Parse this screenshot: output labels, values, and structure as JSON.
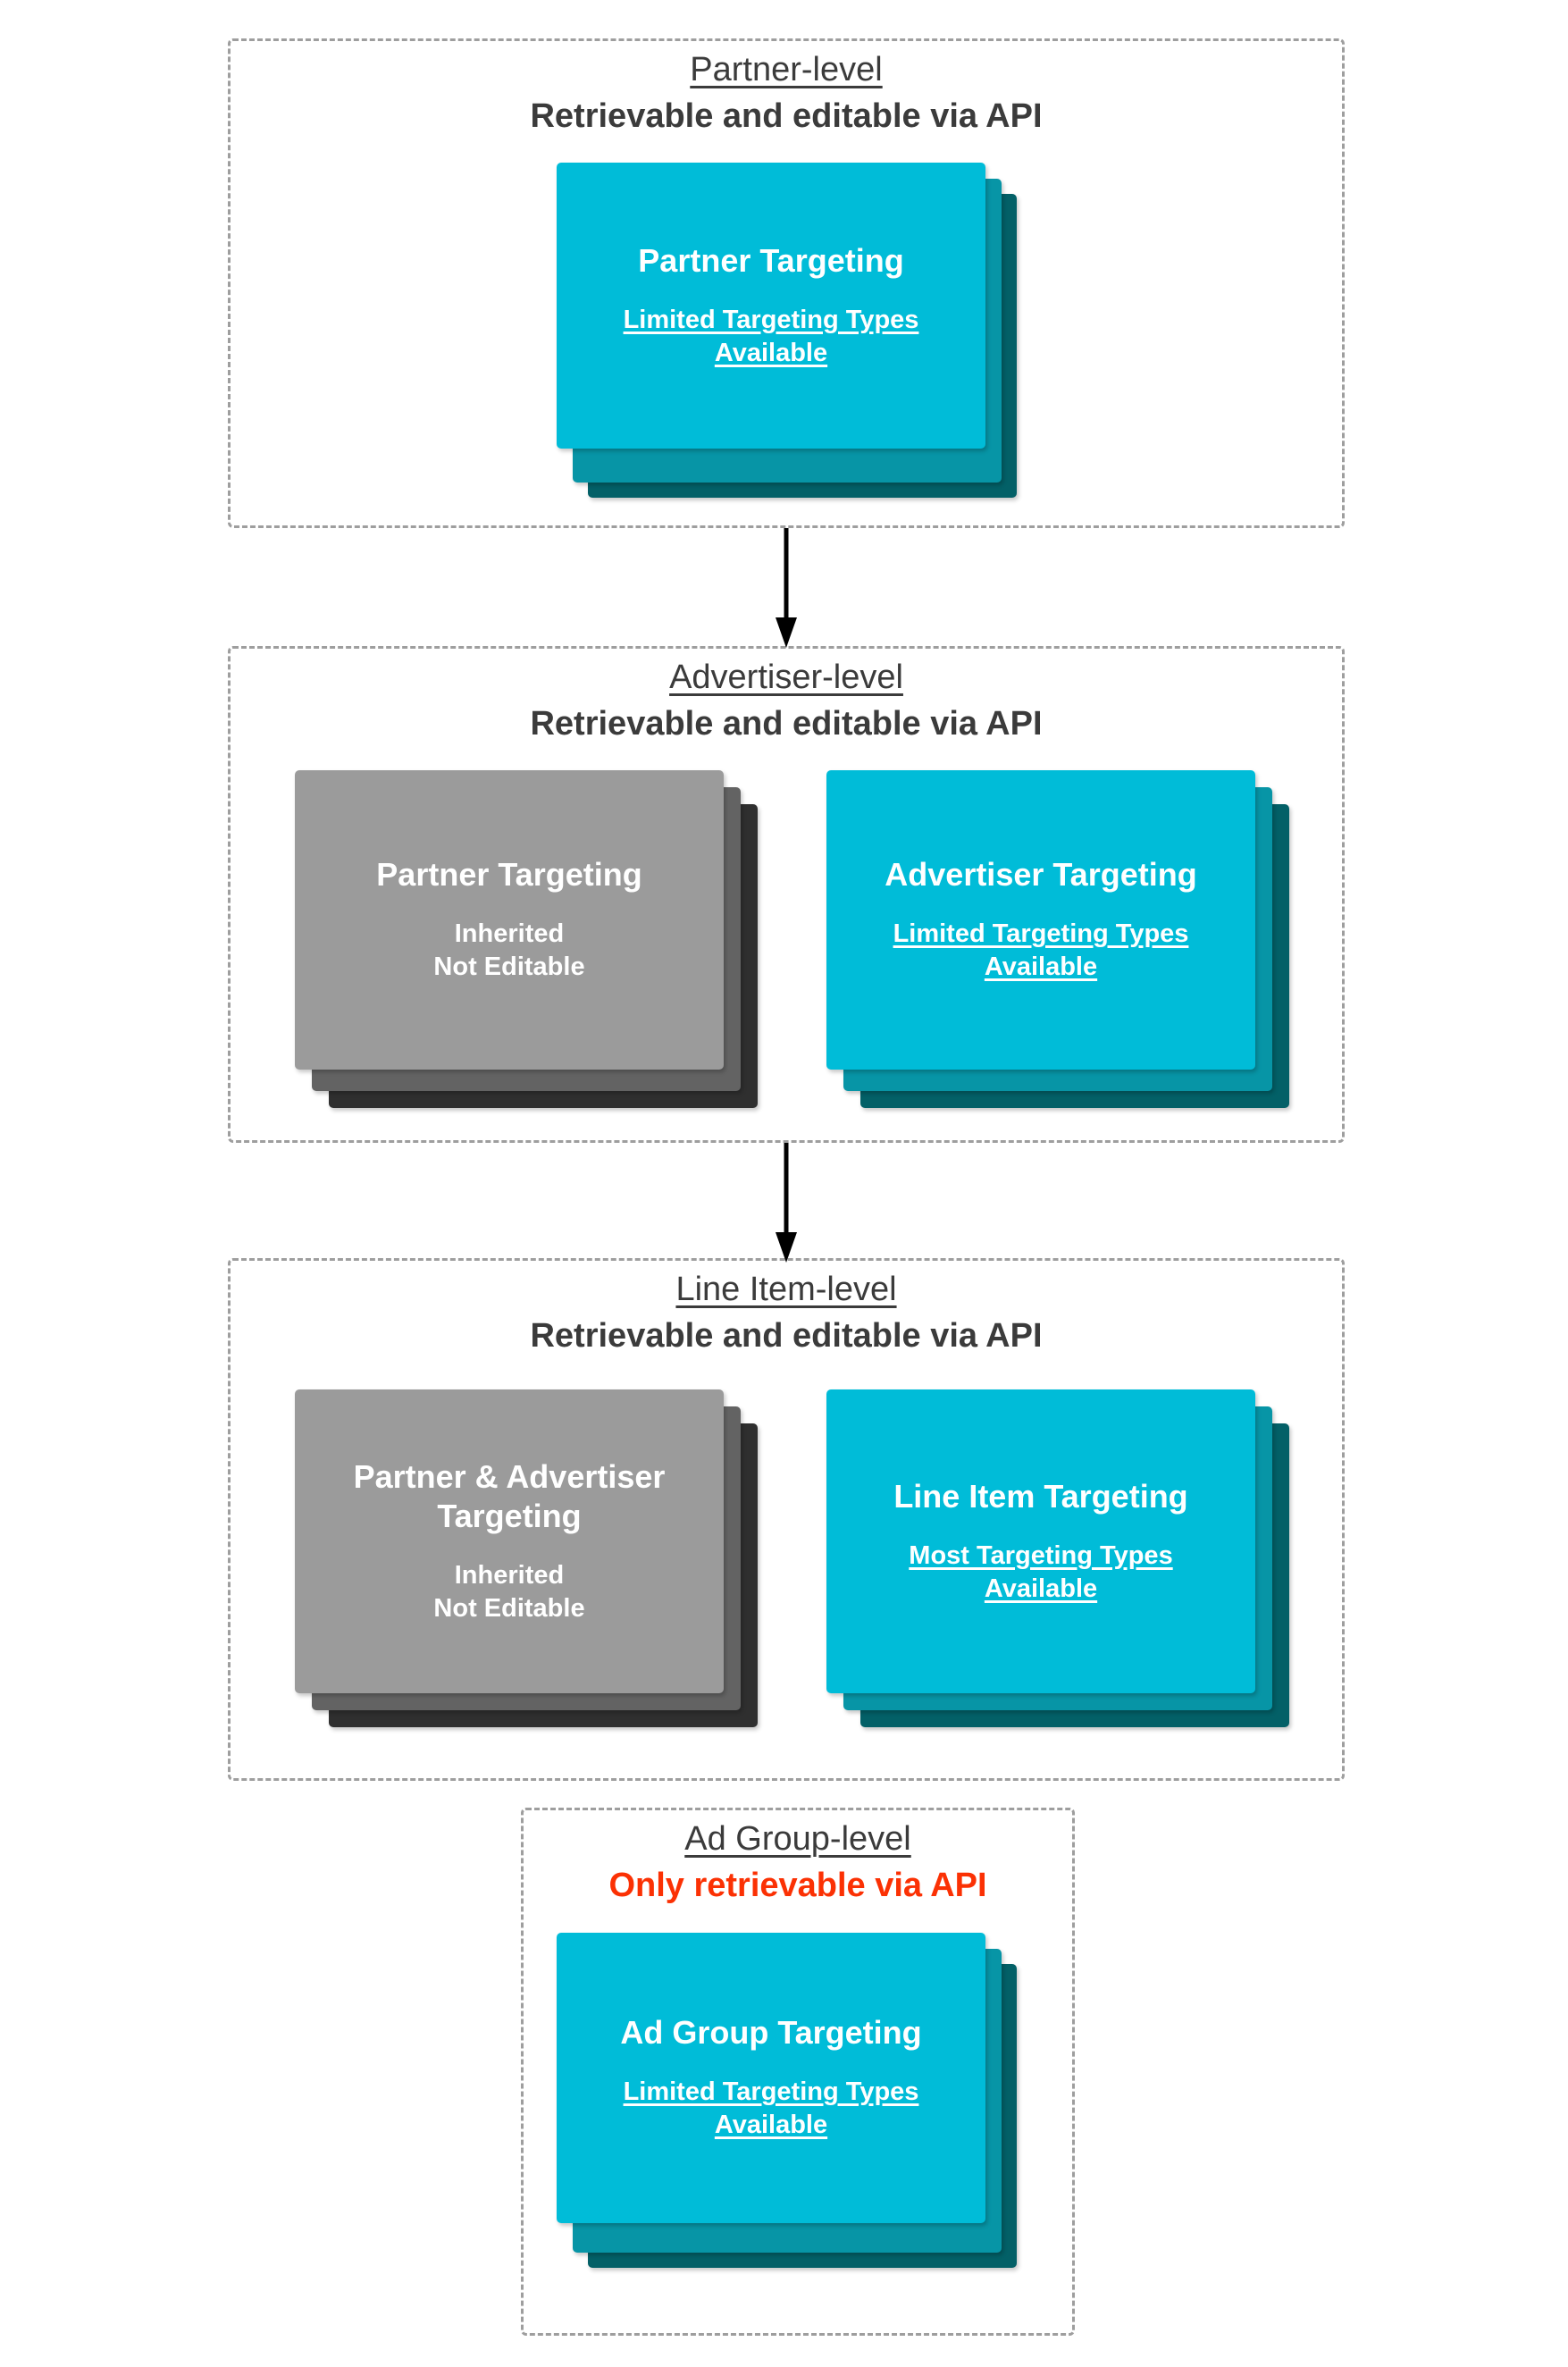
{
  "diagram": {
    "title_semantics": "targeting-inheritance-hierarchy",
    "colors": {
      "cyan_front": "#00bcd8",
      "cyan_mid": "#0795a6",
      "cyan_back": "#036067",
      "gray_front": "#9b9b9b",
      "gray_mid": "#636363",
      "gray_back": "#2f2f2f",
      "panel_border": "#9e9e9e",
      "text_dark": "#3b3b3b",
      "alert_red": "#fb3104",
      "arrow": "#000000"
    }
  },
  "levels": [
    {
      "id": "partner",
      "title": "Partner-level",
      "subtitle": "Retrievable and editable via API",
      "subtitle_alert": false,
      "cards": [
        {
          "id": "partner-targeting",
          "style": "cyan",
          "title": "Partner Targeting",
          "sub_line1": "Limited Targeting Types",
          "sub_line2": "Available",
          "sub_underlined": true
        }
      ]
    },
    {
      "id": "advertiser",
      "title": "Advertiser-level",
      "subtitle": "Retrievable and editable via API",
      "subtitle_alert": false,
      "cards": [
        {
          "id": "inherited-partner-targeting",
          "style": "gray",
          "title": "Partner Targeting",
          "sub_line1": "Inherited",
          "sub_line2": "Not Editable",
          "sub_underlined": false
        },
        {
          "id": "advertiser-targeting",
          "style": "cyan",
          "title": "Advertiser Targeting",
          "sub_line1": "Limited Targeting Types",
          "sub_line2": "Available",
          "sub_underlined": true
        }
      ]
    },
    {
      "id": "line-item",
      "title": "Line Item-level",
      "subtitle": "Retrievable and editable via API",
      "subtitle_alert": false,
      "cards": [
        {
          "id": "inherited-partner-advertiser-targeting",
          "style": "gray",
          "title": "Partner & Advertiser Targeting",
          "sub_line1": "Inherited",
          "sub_line2": "Not Editable",
          "sub_underlined": false
        },
        {
          "id": "line-item-targeting",
          "style": "cyan",
          "title": "Line Item Targeting",
          "sub_line1": "Most Targeting Types",
          "sub_line2": "Available",
          "sub_underlined": true
        }
      ]
    },
    {
      "id": "ad-group",
      "title": "Ad Group-level",
      "subtitle": "Only retrievable via API",
      "subtitle_alert": true,
      "cards": [
        {
          "id": "ad-group-targeting",
          "style": "cyan",
          "title": "Ad Group Targeting",
          "sub_line1": "Limited Targeting Types",
          "sub_line2": "Available",
          "sub_underlined": true
        }
      ]
    }
  ],
  "arrows": [
    {
      "id": "partner-to-advertiser",
      "from": "partner",
      "to": "advertiser"
    },
    {
      "id": "advertiser-to-line-item",
      "from": "advertiser",
      "to": "line-item"
    }
  ]
}
